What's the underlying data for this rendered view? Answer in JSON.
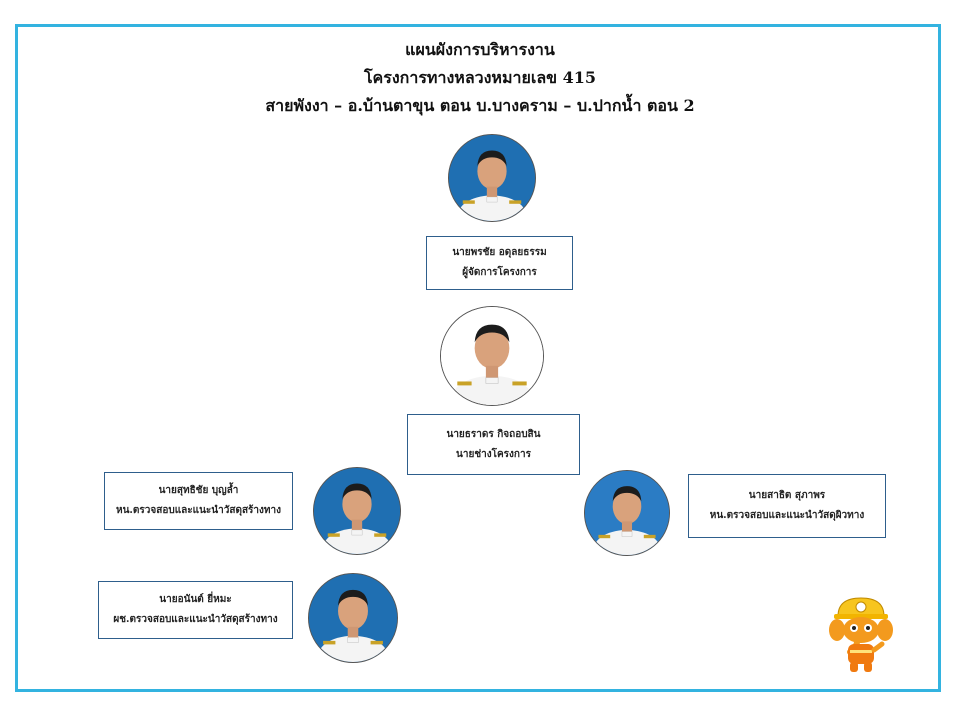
{
  "titles": {
    "line1": "แผนผังการบริหารงาน",
    "line2": "โครงการทางหลวงหมายเลข 415",
    "line3": "สายพังงา – อ.บ้านตาขุน ตอน บ.บางคราม – บ.ปากน้ำ ตอน 2"
  },
  "people": {
    "manager": {
      "name": "นายพรชัย อดุลยธรรม",
      "role": "ผู้จัดการโครงการ",
      "background": "#1f6fb2"
    },
    "engineer": {
      "name": "นายธราดร กิจถอบสิน",
      "role": "นายช่างโครงการ",
      "background": "#ffffff"
    },
    "construction_head": {
      "name": "นายสุทธิชัย บุญล้ำ",
      "role": "หน.ตรวจสอบและแนะนำวัสดุสร้างทาง",
      "background": "#1f6fb2"
    },
    "surface_head": {
      "name": "นายสาธิต สุภาพร",
      "role": "หน.ตรวจสอบและแนะนำวัสดุผิวทาง",
      "background": "#2b7cc4"
    },
    "construction_asst": {
      "name": "นายอนันต์ ยี่หมะ",
      "role": "ผช.ตรวจสอบและแนะนำวัสดุสร้างทาง",
      "background": "#1f6fb2"
    }
  },
  "colors": {
    "frame": "#33b3e0",
    "box_border": "#2e5e8c",
    "uniform": "#f4f4f4",
    "mascot": "#f39a1e"
  }
}
